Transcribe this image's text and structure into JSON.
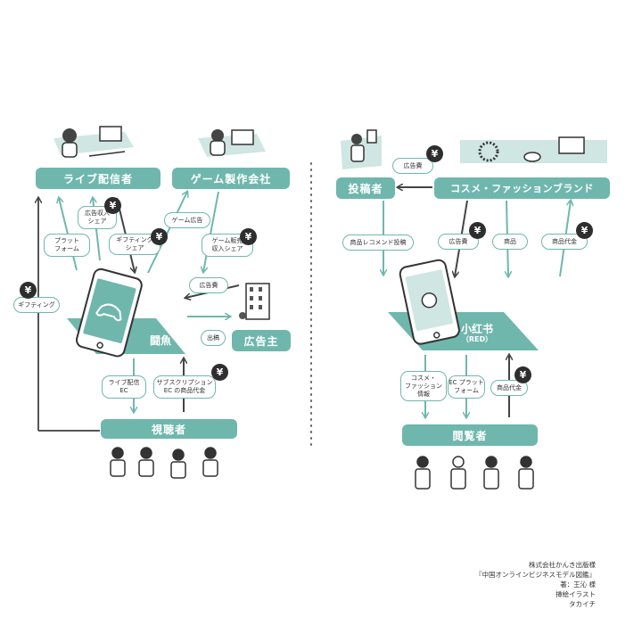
{
  "left": {
    "streamer": "ライブ配信者",
    "game_company": "ゲーム製作会社",
    "platform": "闘魚",
    "advertiser": "広告主",
    "viewers": "視聴者",
    "labels": {
      "platform_fee": "プラット\nフォーム",
      "ad_revenue_share": "広告収入\nシェア",
      "gifting_share": "ギフティング\nシェア",
      "game_ad": "ゲーム広告",
      "game_sales_share": "ゲーム販売\n収入シェア",
      "ad_fee": "広告費",
      "ad_placement": "出稿",
      "gifting": "ギフティング",
      "live_ec": "ライブ配信\nEC",
      "subscription": "サブスクリプション\nEC の商品代金"
    },
    "yen": "¥"
  },
  "right": {
    "poster": "投稿者",
    "brand": "コスメ・ファッションブランド",
    "platform": "小红书",
    "platform_sub": "（RED）",
    "viewers": "閲覧者",
    "labels": {
      "ad_fee": "広告費",
      "product_reco": "商品レコメンド投稿",
      "ad_fee2": "広告費",
      "product": "商品",
      "product_price": "商品代金",
      "cosme_info": "コスメ・\nファッション\n情報",
      "ec_platform": "EC プラット\nフォーム",
      "product_price2": "商品代金"
    }
  },
  "credits": [
    "株式会社かんき出版様",
    "『中国オンラインビジネスモデル図鑑』",
    "著：王沁 様",
    "挿絵イラスト",
    "タカイチ"
  ],
  "colors": {
    "teal": "#6fb7ad",
    "dark": "#2e2e2e",
    "gray_line": "#555555"
  }
}
